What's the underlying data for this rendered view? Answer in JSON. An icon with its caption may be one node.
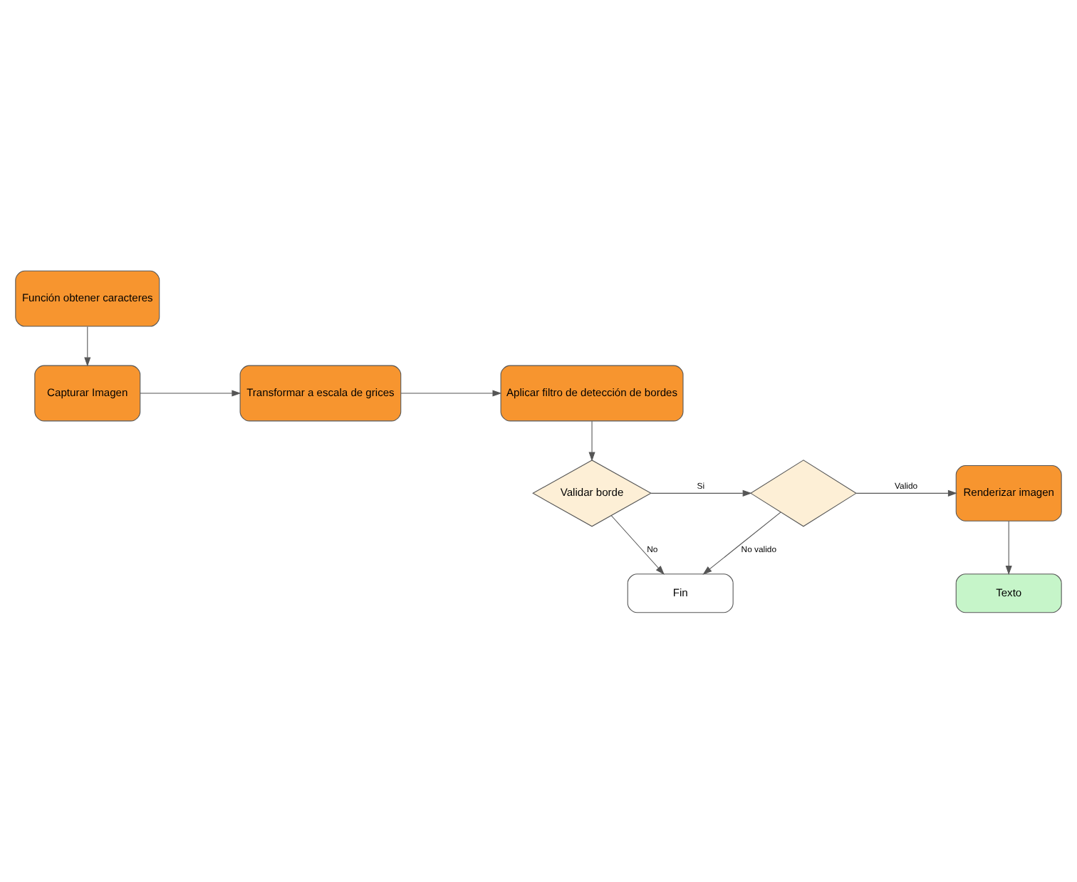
{
  "diagram": {
    "nodes": [
      {
        "text": [
          "Función obtener caracteres"
        ]
      },
      {
        "text": [
          "Capturar Imagen"
        ]
      },
      {
        "text": [
          "Transformar a escala de grices"
        ]
      },
      {
        "text": [
          "Aplicar filtro de detección de bordes"
        ]
      },
      {
        "text": [
          "Validar borde"
        ]
      },
      {
        "text": [],
        "shape": "diamond"
      },
      {
        "text": [
          "Renderizar imagen"
        ]
      },
      {
        "text": [
          "Texto"
        ]
      },
      {
        "text": [
          "Fin"
        ]
      }
    ],
    "edges": [
      {
        "from": 0,
        "to": 1,
        "arrow": "to"
      },
      {
        "from": 1,
        "to": 2,
        "arrow": "to"
      },
      {
        "from": 2,
        "to": 3,
        "arrow": "to"
      },
      {
        "from": 3,
        "to": 4,
        "arrow": "to"
      },
      {
        "from": 4,
        "to": 5,
        "arrow": "to",
        "label": "Si"
      },
      {
        "from": 5,
        "to": 6,
        "arrow": "to",
        "label": "Valido"
      },
      {
        "from": 6,
        "to": 7,
        "arrow": "to"
      },
      {
        "from": 5,
        "to": 8,
        "arrow": "to",
        "label": "No valido"
      },
      {
        "from": 4,
        "to": 8,
        "arrow": "to",
        "label": "No"
      }
    ]
  }
}
